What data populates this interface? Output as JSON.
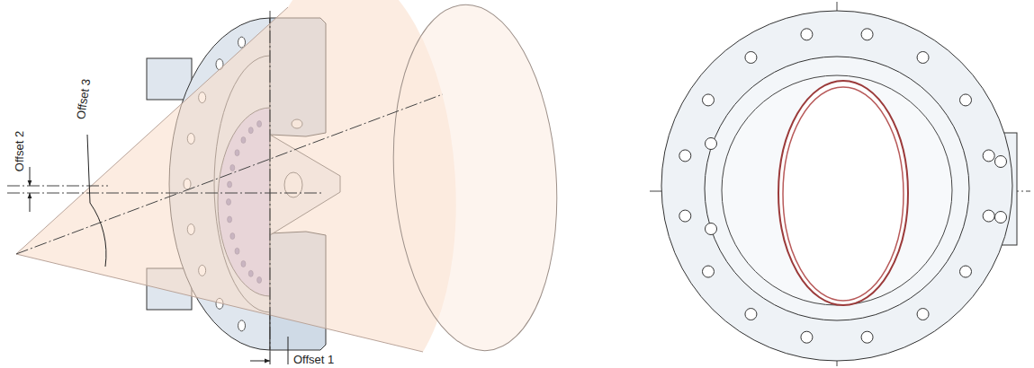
{
  "diagram": {
    "labels": [
      "Offset 2",
      "Offset 3",
      "Offset 1"
    ]
  }
}
